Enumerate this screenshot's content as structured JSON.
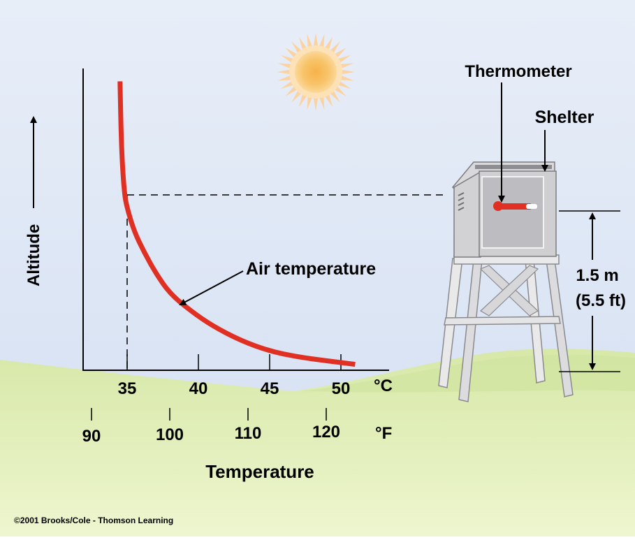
{
  "chart_data": {
    "type": "line",
    "curve_label": "Air temperature",
    "x_axis_celsius": {
      "unit": "°C",
      "ticks": [
        "35",
        "40",
        "45",
        "50"
      ]
    },
    "x_axis_fahrenheit": {
      "unit": "°F",
      "ticks": [
        "90",
        "100",
        "110",
        "120"
      ]
    },
    "xlabel": "Temperature",
    "ylabel": "Altitude",
    "series": [
      {
        "values_celsius_vs_relative_height": [
          [
            34.5,
            0.98
          ],
          [
            34.6,
            0.75
          ],
          [
            34.8,
            0.6
          ],
          [
            35.0,
            0.55
          ],
          [
            35.5,
            0.47
          ],
          [
            36.2,
            0.4
          ],
          [
            37.0,
            0.33
          ],
          [
            38.0,
            0.26
          ],
          [
            39.5,
            0.2
          ],
          [
            41.0,
            0.15
          ],
          [
            43.0,
            0.1
          ],
          [
            45.0,
            0.065
          ],
          [
            47.0,
            0.045
          ],
          [
            49.0,
            0.032
          ],
          [
            51.0,
            0.02
          ]
        ]
      }
    ],
    "color": "#E03024"
  },
  "labels": {
    "thermometer": "Thermometer",
    "shelter": "Shelter",
    "height_metric": "1.5 m",
    "height_imperial": "(5.5 ft)"
  },
  "copyright": "©2001 Brooks/Cole - Thomson Learning"
}
